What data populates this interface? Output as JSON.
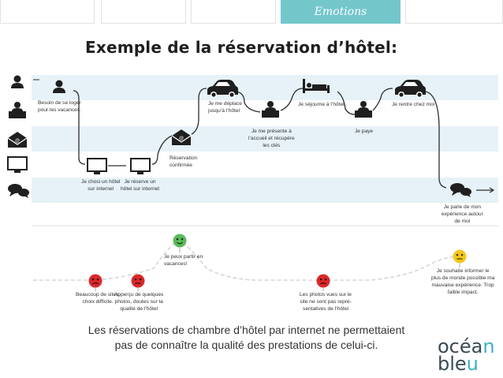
{
  "tabs": {
    "active_label": "Emotions"
  },
  "title": "Exemple de la réservation d’hôtel:",
  "steps": {
    "s1": "Besoin de se loger\npour les vacances.",
    "s2": "Je chosi un hôtel\nsur internet",
    "s3": "Je réserve un\nhôtel sur internet",
    "s4": "Réservation\nconfirmée",
    "s5": "Je me déplace\njusqu’à l’hôtel",
    "s6": "Je me présente à\nl’accueil et récupère\nles clés",
    "s7": "Je séjourne à l’hôtel",
    "s8": "Je paye",
    "s9": "Je rentre chez moi",
    "s10": "Je parle de mon\nexpérience autour\nde moi"
  },
  "emotions": {
    "e1": "Beaucoup de sites,\nchoix difficile.",
    "e2": "Apperçu de quelques\nphotos, doutes sur la\nqualité de l’hôtel",
    "e3": "Je peux partir en\nvacances!",
    "e4": "Les photos vues sur le\nsite ne sont pas repré-\nsentatives de l’hôtel",
    "e5": "Je souhaite informer le\nplus de monde possible ma\nmauvaise expérience. Trop\nfaible impact."
  },
  "caption": "Les réservations de chambre d’hôtel par internet ne permettaient pas de connaître la qualité des prestations de celui-ci.",
  "logo": {
    "line1_a": "océa",
    "line1_b": "n",
    "line2_a": "ble",
    "line2_b": "u"
  },
  "colors": {
    "accent": "#73c7cb",
    "lane": "#e6f2f7",
    "sad": "#d9292b",
    "happy": "#5cb85c",
    "neutral": "#f2c81f"
  }
}
